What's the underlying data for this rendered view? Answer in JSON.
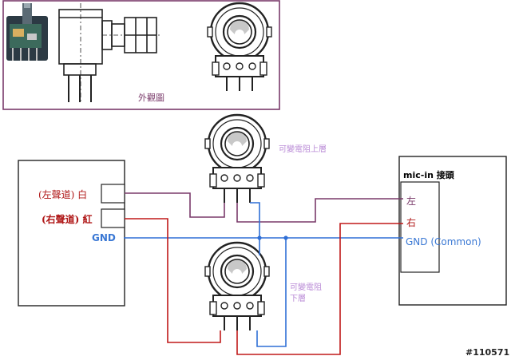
{
  "appearance_box": {
    "caption": "外觀圖"
  },
  "left_device": {
    "left_channel_label": "(左聲道) 白",
    "right_channel_label": "(右聲道) 紅",
    "gnd_label": "GND"
  },
  "pot_upper": {
    "label": "可變電阻上層"
  },
  "pot_lower": {
    "label_line1": "可變電阻",
    "label_line2": "下層"
  },
  "mic_in": {
    "title": "mic-in 接頭",
    "left_label": "左",
    "right_label": "右",
    "gnd_label": "GND (Common)"
  },
  "watermark": "#110571",
  "colors": {
    "red_wire": "#c01818",
    "blue_wire": "#2f6fd6",
    "purple_wire": "#7a3a6a",
    "frame_purple": "#7a3a6a",
    "label_purple": "#b98ad6",
    "gnd_blue": "#3a78d4",
    "channel_red": "#b01818"
  }
}
